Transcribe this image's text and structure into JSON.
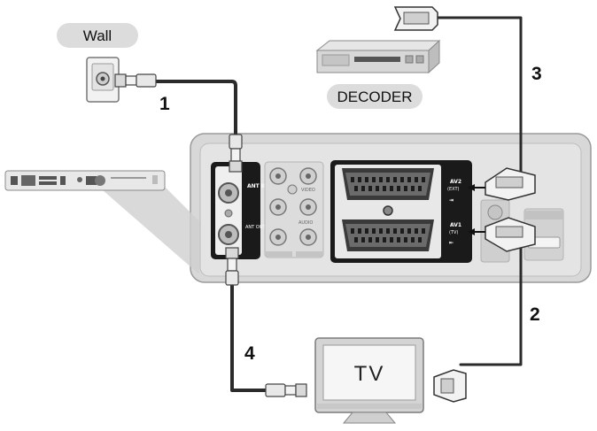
{
  "labels": {
    "wall": "Wall",
    "decoder": "DECODER",
    "tv": "TV"
  },
  "steps": {
    "s1": "1",
    "s2": "2",
    "s3": "3",
    "s4": "4"
  },
  "panel": {
    "ant_in": "ANT IN",
    "ant_out": "ANT OUT (TO TV)",
    "video": "VIDEO",
    "audio": "AUDIO",
    "av2": "AV2",
    "av2_sub": "(EXT)",
    "av1": "AV1",
    "av1_sub": "(TV)"
  },
  "colors": {
    "cable": "#2b2b2b",
    "panel_bg": "#d6d6d6",
    "panel_dark": "#1a1a1a",
    "pill_bg": "#dcdcdc"
  }
}
